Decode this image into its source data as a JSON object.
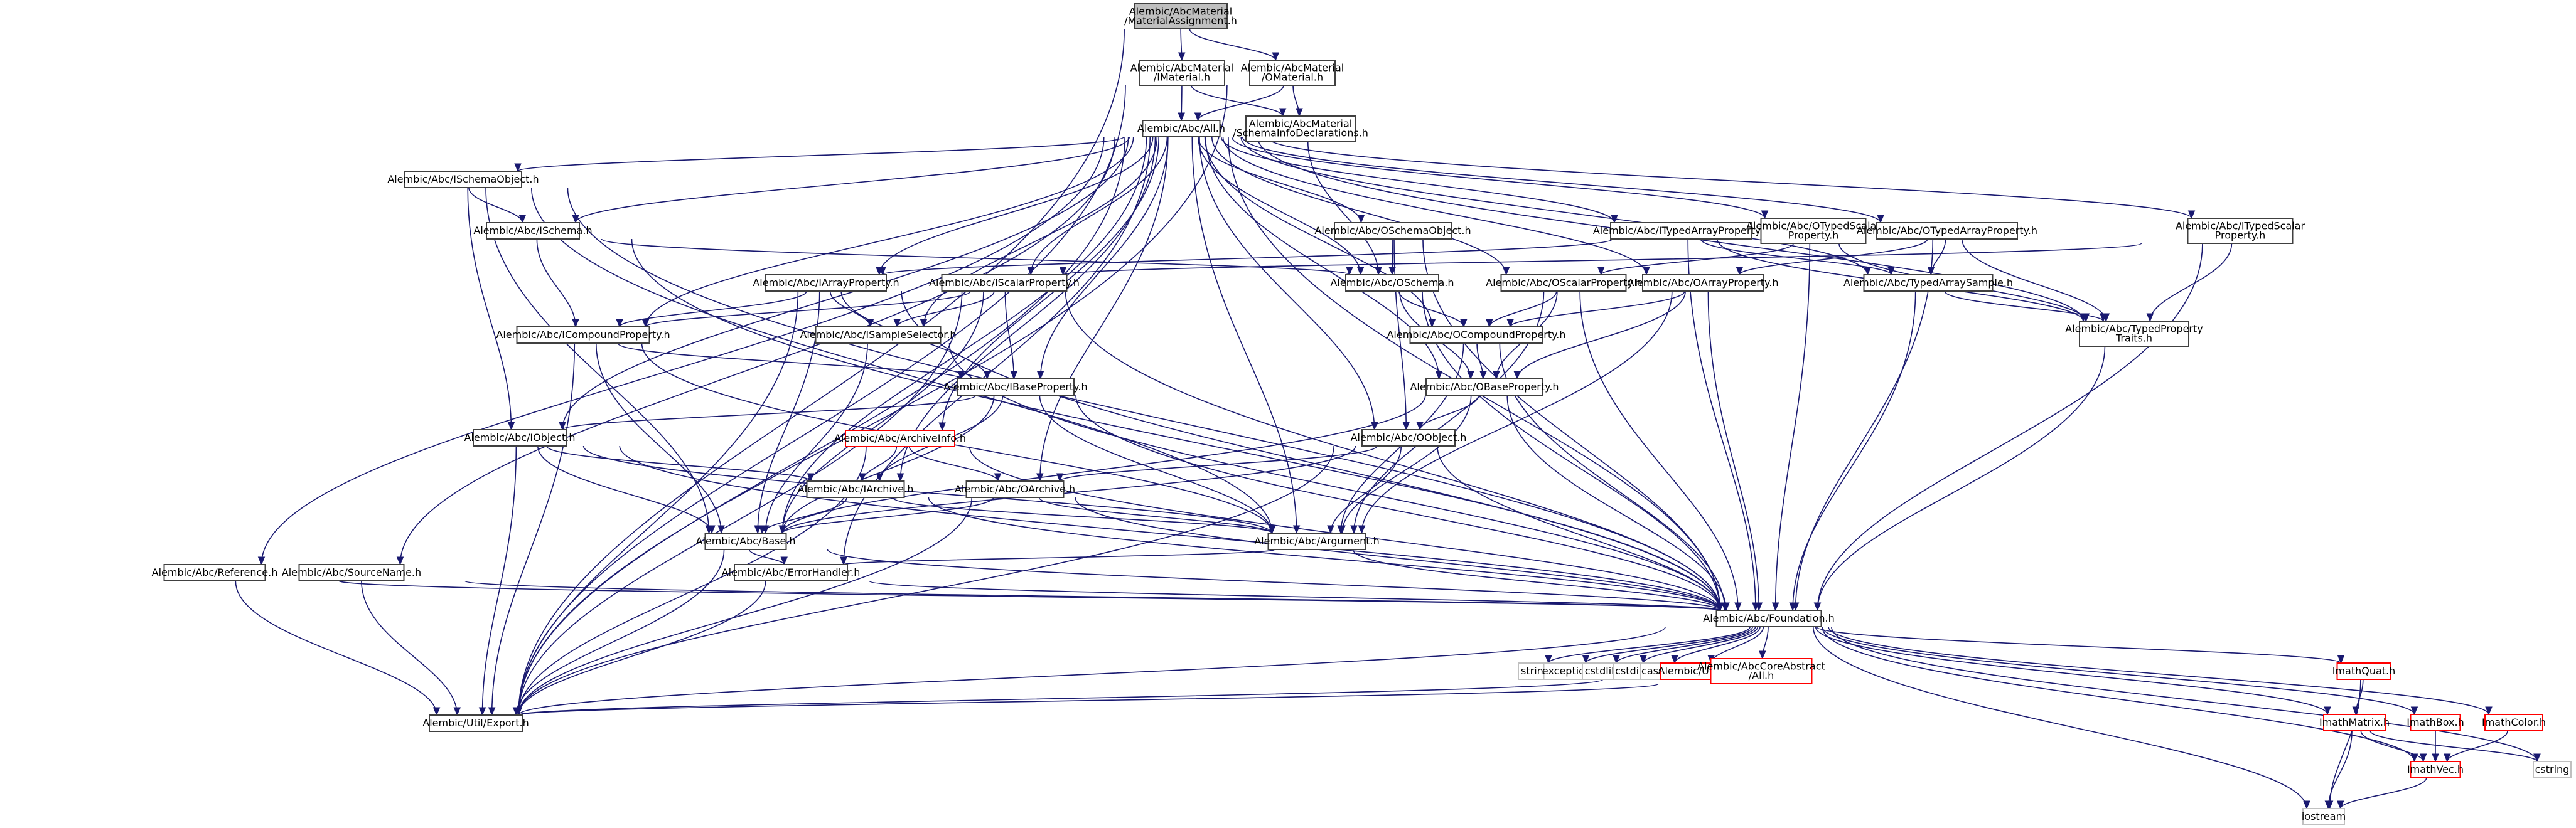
{
  "title": "Alembic/AbcMaterial/MaterialAssignment.h include dependency graph",
  "colors": {
    "edge": "#191970",
    "root_fill": "#bfbfbf",
    "missing_border": "#ff0000",
    "system_border": "#c0c0c0",
    "default_border": "#404040"
  },
  "nodes": [
    {
      "id": "root",
      "lines": [
        "Alembic/AbcMaterial",
        "/MaterialAssignment.h"
      ],
      "kind": "root"
    },
    {
      "id": "imaterial",
      "lines": [
        "Alembic/AbcMaterial",
        "/IMaterial.h"
      ],
      "kind": "normal"
    },
    {
      "id": "omaterial",
      "lines": [
        "Alembic/AbcMaterial",
        "/OMaterial.h"
      ],
      "kind": "normal"
    },
    {
      "id": "abcall",
      "lines": [
        "Alembic/Abc/All.h"
      ],
      "kind": "normal"
    },
    {
      "id": "schemainfo",
      "lines": [
        "Alembic/AbcMaterial",
        "/SchemaInfoDeclarations.h"
      ],
      "kind": "normal"
    },
    {
      "id": "ischemaobject",
      "lines": [
        "Alembic/Abc/ISchemaObject.h"
      ],
      "kind": "normal"
    },
    {
      "id": "ischema",
      "lines": [
        "Alembic/Abc/ISchema.h"
      ],
      "kind": "normal"
    },
    {
      "id": "oschemaobject",
      "lines": [
        "Alembic/Abc/OSchemaObject.h"
      ],
      "kind": "normal"
    },
    {
      "id": "itypedarrayproperty",
      "lines": [
        "Alembic/Abc/ITypedArrayProperty.h"
      ],
      "kind": "normal"
    },
    {
      "id": "otypedscalarproperty",
      "lines": [
        "Alembic/Abc/OTypedScalar",
        "Property.h"
      ],
      "kind": "normal"
    },
    {
      "id": "otypedarrayproperty",
      "lines": [
        "Alembic/Abc/OTypedArrayProperty.h"
      ],
      "kind": "normal"
    },
    {
      "id": "itypedscalarproperty",
      "lines": [
        "Alembic/Abc/ITypedScalar",
        "Property.h"
      ],
      "kind": "normal"
    },
    {
      "id": "iarrayproperty",
      "lines": [
        "Alembic/Abc/IArrayProperty.h"
      ],
      "kind": "normal"
    },
    {
      "id": "iscalarproperty",
      "lines": [
        "Alembic/Abc/IScalarProperty.h"
      ],
      "kind": "normal"
    },
    {
      "id": "oschema",
      "lines": [
        "Alembic/Abc/OSchema.h"
      ],
      "kind": "normal"
    },
    {
      "id": "oscalarproperty",
      "lines": [
        "Alembic/Abc/OScalarProperty.h"
      ],
      "kind": "normal"
    },
    {
      "id": "oarrayproperty",
      "lines": [
        "Alembic/Abc/OArrayProperty.h"
      ],
      "kind": "normal"
    },
    {
      "id": "typedarraysample",
      "lines": [
        "Alembic/Abc/TypedArraySample.h"
      ],
      "kind": "normal"
    },
    {
      "id": "typedpropertytraits",
      "lines": [
        "Alembic/Abc/TypedProperty",
        "Traits.h"
      ],
      "kind": "normal"
    },
    {
      "id": "icompoundproperty",
      "lines": [
        "Alembic/Abc/ICompoundProperty.h"
      ],
      "kind": "normal"
    },
    {
      "id": "isampleselector",
      "lines": [
        "Alembic/Abc/ISampleSelector.h"
      ],
      "kind": "normal"
    },
    {
      "id": "ocompoundproperty",
      "lines": [
        "Alembic/Abc/OCompoundProperty.h"
      ],
      "kind": "normal"
    },
    {
      "id": "ibaseproperty",
      "lines": [
        "Alembic/Abc/IBaseProperty.h"
      ],
      "kind": "normal"
    },
    {
      "id": "obaseproperty",
      "lines": [
        "Alembic/Abc/OBaseProperty.h"
      ],
      "kind": "normal"
    },
    {
      "id": "iobject",
      "lines": [
        "Alembic/Abc/IObject.h"
      ],
      "kind": "normal"
    },
    {
      "id": "archiveinfo",
      "lines": [
        "Alembic/Abc/ArchiveInfo.h"
      ],
      "kind": "missing"
    },
    {
      "id": "oobject",
      "lines": [
        "Alembic/Abc/OObject.h"
      ],
      "kind": "normal"
    },
    {
      "id": "iarchive",
      "lines": [
        "Alembic/Abc/IArchive.h"
      ],
      "kind": "normal"
    },
    {
      "id": "oarchive",
      "lines": [
        "Alembic/Abc/OArchive.h"
      ],
      "kind": "normal"
    },
    {
      "id": "base",
      "lines": [
        "Alembic/Abc/Base.h"
      ],
      "kind": "normal"
    },
    {
      "id": "argument",
      "lines": [
        "Alembic/Abc/Argument.h"
      ],
      "kind": "normal"
    },
    {
      "id": "reference",
      "lines": [
        "Alembic/Abc/Reference.h"
      ],
      "kind": "normal"
    },
    {
      "id": "sourcename",
      "lines": [
        "Alembic/Abc/SourceName.h"
      ],
      "kind": "normal"
    },
    {
      "id": "errorhandler",
      "lines": [
        "Alembic/Abc/ErrorHandler.h"
      ],
      "kind": "normal"
    },
    {
      "id": "foundation",
      "lines": [
        "Alembic/Abc/Foundation.h"
      ],
      "kind": "normal"
    },
    {
      "id": "string",
      "lines": [
        "string"
      ],
      "kind": "system"
    },
    {
      "id": "exception",
      "lines": [
        "exception"
      ],
      "kind": "system"
    },
    {
      "id": "cstdlib",
      "lines": [
        "cstdlib"
      ],
      "kind": "system"
    },
    {
      "id": "cstdio",
      "lines": [
        "cstdio"
      ],
      "kind": "system"
    },
    {
      "id": "cassert",
      "lines": [
        "cassert"
      ],
      "kind": "system"
    },
    {
      "id": "utilall",
      "lines": [
        "Alembic/Util/All.h"
      ],
      "kind": "missing"
    },
    {
      "id": "corebstractall",
      "lines": [
        "Alembic/AbcCoreAbstract",
        "/All.h"
      ],
      "kind": "missing"
    },
    {
      "id": "imathquat",
      "lines": [
        "ImathQuat.h"
      ],
      "kind": "missing"
    },
    {
      "id": "imathmatrix",
      "lines": [
        "ImathMatrix.h"
      ],
      "kind": "missing"
    },
    {
      "id": "imathbox",
      "lines": [
        "ImathBox.h"
      ],
      "kind": "missing"
    },
    {
      "id": "imathcolor",
      "lines": [
        "ImathColor.h"
      ],
      "kind": "missing"
    },
    {
      "id": "imathvec",
      "lines": [
        "ImathVec.h"
      ],
      "kind": "missing"
    },
    {
      "id": "cstring",
      "lines": [
        "cstring"
      ],
      "kind": "system"
    },
    {
      "id": "iostream",
      "lines": [
        "iostream"
      ],
      "kind": "system"
    },
    {
      "id": "export",
      "lines": [
        "Alembic/Util/Export.h"
      ],
      "kind": "normal"
    }
  ],
  "edges": [
    [
      "root",
      "imaterial"
    ],
    [
      "root",
      "omaterial"
    ],
    [
      "root",
      "export"
    ],
    [
      "imaterial",
      "abcall"
    ],
    [
      "imaterial",
      "schemainfo"
    ],
    [
      "imaterial",
      "export"
    ],
    [
      "omaterial",
      "abcall"
    ],
    [
      "omaterial",
      "schemainfo"
    ],
    [
      "omaterial",
      "export"
    ],
    [
      "schemainfo",
      "oschema"
    ],
    [
      "abcall",
      "ischemaobject"
    ],
    [
      "abcall",
      "ischema"
    ],
    [
      "abcall",
      "icompoundproperty"
    ],
    [
      "abcall",
      "iarrayproperty"
    ],
    [
      "abcall",
      "iscalarproperty"
    ],
    [
      "abcall",
      "isampleselector"
    ],
    [
      "abcall",
      "ibaseproperty"
    ],
    [
      "abcall",
      "iobject"
    ],
    [
      "abcall",
      "iarchive"
    ],
    [
      "abcall",
      "archiveinfo"
    ],
    [
      "abcall",
      "oarchive"
    ],
    [
      "abcall",
      "oobject"
    ],
    [
      "abcall",
      "obaseproperty"
    ],
    [
      "abcall",
      "ocompoundproperty"
    ],
    [
      "abcall",
      "oschemaobject"
    ],
    [
      "abcall",
      "oschema"
    ],
    [
      "abcall",
      "oscalarproperty"
    ],
    [
      "abcall",
      "oarrayproperty"
    ],
    [
      "abcall",
      "itypedarrayproperty"
    ],
    [
      "abcall",
      "otypedscalarproperty"
    ],
    [
      "abcall",
      "otypedarrayproperty"
    ],
    [
      "abcall",
      "itypedscalarproperty"
    ],
    [
      "abcall",
      "typedarraysample"
    ],
    [
      "abcall",
      "typedpropertytraits"
    ],
    [
      "abcall",
      "base"
    ],
    [
      "abcall",
      "argument"
    ],
    [
      "abcall",
      "reference"
    ],
    [
      "abcall",
      "sourcename"
    ],
    [
      "abcall",
      "errorhandler"
    ],
    [
      "abcall",
      "foundation"
    ],
    [
      "abcall",
      "export"
    ],
    [
      "ischemaobject",
      "ischema"
    ],
    [
      "ischemaobject",
      "iobject"
    ],
    [
      "ischemaobject",
      "argument"
    ],
    [
      "ischemaobject",
      "base"
    ],
    [
      "ischemaobject",
      "foundation"
    ],
    [
      "ischema",
      "icompoundproperty"
    ],
    [
      "ischema",
      "oschema"
    ],
    [
      "ischema",
      "foundation"
    ],
    [
      "oschemaobject",
      "oschema"
    ],
    [
      "oschemaobject",
      "oobject"
    ],
    [
      "oschemaobject",
      "foundation"
    ],
    [
      "oschema",
      "ocompoundproperty"
    ],
    [
      "oschema",
      "obaseproperty"
    ],
    [
      "oschema",
      "foundation"
    ],
    [
      "itypedarrayproperty",
      "iarrayproperty"
    ],
    [
      "itypedarrayproperty",
      "typedarraysample"
    ],
    [
      "itypedarrayproperty",
      "typedpropertytraits"
    ],
    [
      "itypedarrayproperty",
      "foundation"
    ],
    [
      "otypedscalarproperty",
      "oscalarproperty"
    ],
    [
      "otypedscalarproperty",
      "typedpropertytraits"
    ],
    [
      "otypedscalarproperty",
      "foundation"
    ],
    [
      "otypedarrayproperty",
      "oarrayproperty"
    ],
    [
      "otypedarrayproperty",
      "typedarraysample"
    ],
    [
      "otypedarrayproperty",
      "typedpropertytraits"
    ],
    [
      "otypedarrayproperty",
      "foundation"
    ],
    [
      "itypedscalarproperty",
      "iscalarproperty"
    ],
    [
      "itypedscalarproperty",
      "typedpropertytraits"
    ],
    [
      "itypedscalarproperty",
      "foundation"
    ],
    [
      "iarrayproperty",
      "icompoundproperty"
    ],
    [
      "iarrayproperty",
      "isampleselector"
    ],
    [
      "iarrayproperty",
      "ibaseproperty"
    ],
    [
      "iarrayproperty",
      "base"
    ],
    [
      "iarrayproperty",
      "foundation"
    ],
    [
      "iarrayproperty",
      "export"
    ],
    [
      "iscalarproperty",
      "icompoundproperty"
    ],
    [
      "iscalarproperty",
      "isampleselector"
    ],
    [
      "iscalarproperty",
      "ibaseproperty"
    ],
    [
      "iscalarproperty",
      "base"
    ],
    [
      "iscalarproperty",
      "foundation"
    ],
    [
      "iscalarproperty",
      "export"
    ],
    [
      "oscalarproperty",
      "ocompoundproperty"
    ],
    [
      "oscalarproperty",
      "obaseproperty"
    ],
    [
      "oscalarproperty",
      "argument"
    ],
    [
      "oscalarproperty",
      "foundation"
    ],
    [
      "oarrayproperty",
      "ocompoundproperty"
    ],
    [
      "oarrayproperty",
      "obaseproperty"
    ],
    [
      "oarrayproperty",
      "argument"
    ],
    [
      "oarrayproperty",
      "foundation"
    ],
    [
      "typedarraysample",
      "typedpropertytraits"
    ],
    [
      "typedarraysample",
      "foundation"
    ],
    [
      "typedpropertytraits",
      "foundation"
    ],
    [
      "icompoundproperty",
      "ibaseproperty"
    ],
    [
      "icompoundproperty",
      "base"
    ],
    [
      "icompoundproperty",
      "argument"
    ],
    [
      "icompoundproperty",
      "export"
    ],
    [
      "isampleselector",
      "base"
    ],
    [
      "isampleselector",
      "foundation"
    ],
    [
      "ocompoundproperty",
      "obaseproperty"
    ],
    [
      "ocompoundproperty",
      "argument"
    ],
    [
      "ocompoundproperty",
      "foundation"
    ],
    [
      "ibaseproperty",
      "iobject"
    ],
    [
      "ibaseproperty",
      "iarchive"
    ],
    [
      "ibaseproperty",
      "argument"
    ],
    [
      "ibaseproperty",
      "base"
    ],
    [
      "ibaseproperty",
      "foundation"
    ],
    [
      "obaseproperty",
      "oobject"
    ],
    [
      "obaseproperty",
      "argument"
    ],
    [
      "obaseproperty",
      "base"
    ],
    [
      "obaseproperty",
      "foundation"
    ],
    [
      "iobject",
      "iarchive"
    ],
    [
      "iobject",
      "base"
    ],
    [
      "iobject",
      "argument"
    ],
    [
      "iobject",
      "foundation"
    ],
    [
      "iobject",
      "export"
    ],
    [
      "archiveinfo",
      "iarchive"
    ],
    [
      "archiveinfo",
      "oarchive"
    ],
    [
      "archiveinfo",
      "foundation"
    ],
    [
      "archiveinfo",
      "export"
    ],
    [
      "oobject",
      "oarchive"
    ],
    [
      "oobject",
      "argument"
    ],
    [
      "oobject",
      "base"
    ],
    [
      "oobject",
      "foundation"
    ],
    [
      "oobject",
      "export"
    ],
    [
      "iarchive",
      "base"
    ],
    [
      "iarchive",
      "argument"
    ],
    [
      "iarchive",
      "foundation"
    ],
    [
      "oarchive",
      "base"
    ],
    [
      "oarchive",
      "argument"
    ],
    [
      "oarchive",
      "foundation"
    ],
    [
      "oarchive",
      "export"
    ],
    [
      "base",
      "errorhandler"
    ],
    [
      "base",
      "foundation"
    ],
    [
      "base",
      "export"
    ],
    [
      "argument",
      "errorhandler"
    ],
    [
      "argument",
      "foundation"
    ],
    [
      "reference",
      "foundation"
    ],
    [
      "reference",
      "export"
    ],
    [
      "sourcename",
      "foundation"
    ],
    [
      "sourcename",
      "export"
    ],
    [
      "errorhandler",
      "foundation"
    ],
    [
      "errorhandler",
      "export"
    ],
    [
      "foundation",
      "string"
    ],
    [
      "foundation",
      "exception"
    ],
    [
      "foundation",
      "cstdlib"
    ],
    [
      "foundation",
      "cstdio"
    ],
    [
      "foundation",
      "cassert"
    ],
    [
      "foundation",
      "utilall"
    ],
    [
      "foundation",
      "corebstractall"
    ],
    [
      "foundation",
      "imathquat"
    ],
    [
      "foundation",
      "imathmatrix"
    ],
    [
      "foundation",
      "imathbox"
    ],
    [
      "foundation",
      "imathcolor"
    ],
    [
      "foundation",
      "imathvec"
    ],
    [
      "foundation",
      "cstring"
    ],
    [
      "foundation",
      "iostream"
    ],
    [
      "foundation",
      "export"
    ],
    [
      "utilall",
      "export"
    ],
    [
      "corebstractall",
      "export"
    ],
    [
      "imathquat",
      "imathmatrix"
    ],
    [
      "imathquat",
      "iostream"
    ],
    [
      "imathmatrix",
      "imathvec"
    ],
    [
      "imathmatrix",
      "cstring"
    ],
    [
      "imathmatrix",
      "iostream"
    ],
    [
      "imathbox",
      "imathvec"
    ],
    [
      "imathcolor",
      "imathvec"
    ],
    [
      "imathvec",
      "iostream"
    ]
  ]
}
